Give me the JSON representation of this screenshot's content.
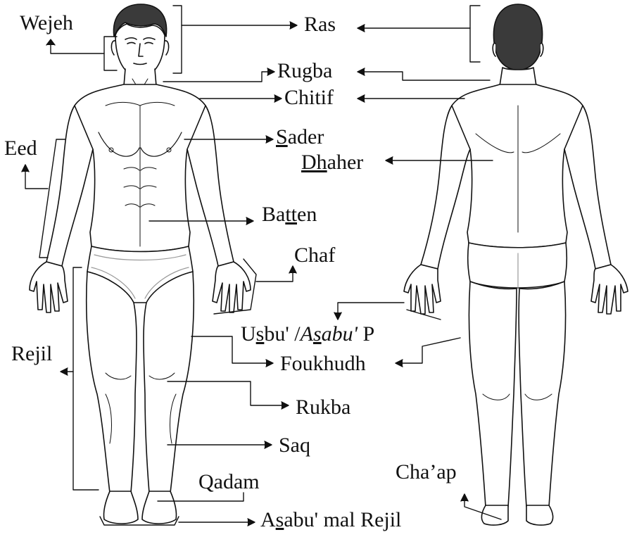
{
  "labels": {
    "wejeh": "Wejeh",
    "ras": "Ras",
    "rugba": "Rugba",
    "chitif": "Chitif",
    "sader": {
      "a": "S",
      "b": "ader"
    },
    "dhaher": {
      "a": "Dh",
      "b": "aher"
    },
    "eed": "Eed",
    "batten": {
      "a": "Ba",
      "b": "tt",
      "c": "en"
    },
    "chaf": "Chaf",
    "usbu": {
      "a": "U",
      "b": "s",
      "c": "bu' /",
      "d": "A",
      "e": "s",
      "f": "abu'",
      "g": " P"
    },
    "rejil": "Rejil",
    "foukhudh": "Foukhudh",
    "rukba": "Rukba",
    "saq": "Saq",
    "qadam": "Qadam",
    "chaap": "Cha’ap",
    "asabu_mal_rejil": {
      "a": "A",
      "b": "s",
      "c": "abu' mal Rejil"
    }
  },
  "colors": {
    "ink": "#111111",
    "hair": "#3a3a3a",
    "skin": "#ffffff",
    "shadow": "#d8d8d8"
  }
}
